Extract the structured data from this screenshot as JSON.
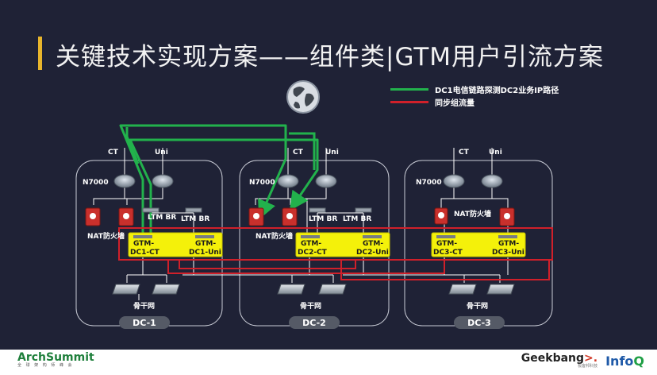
{
  "title": "关键技术实现方案——组件类|GTM用户引流方案",
  "legend": [
    {
      "label": "DC1电信链路探测DC2业务IP路径",
      "color": "#22b24c"
    },
    {
      "label": "同步组流量",
      "color": "#d0202a"
    }
  ],
  "icons": {
    "internet": "globe-icon",
    "router": "router-icon",
    "firewall": "firewall-icon",
    "switch": "switch-icon"
  },
  "dcs": [
    {
      "name": "DC-1",
      "n7000": "N7000",
      "ct": "CT",
      "uni": "Uni",
      "nat": "NAT防火墙",
      "ltm1": "LTM BR",
      "ltm2": "LTM BR",
      "gtm_ct_top": "GTM-",
      "gtm_ct_bottom": "DC1-CT",
      "gtm_uni_top": "GTM-",
      "gtm_uni_bottom": "DC1-Uni",
      "backbone": "骨干网"
    },
    {
      "name": "DC-2",
      "n7000": "N7000",
      "ct": "CT",
      "uni": "Uni",
      "nat": "NAT防火墙",
      "ltm1": "LTM BR",
      "ltm2": "LTM BR",
      "gtm_ct_top": "GTM-",
      "gtm_ct_bottom": "DC2-CT",
      "gtm_uni_top": "GTM-",
      "gtm_uni_bottom": "DC2-Uni",
      "backbone": "骨干网"
    },
    {
      "name": "DC-3",
      "n7000": "N7000",
      "ct": "CT",
      "uni": "Uni",
      "nat": "NAT防火墙",
      "gtm_ct_top": "GTM-",
      "gtm_ct_bottom": "DC3-CT",
      "gtm_uni_top": "GTM-",
      "gtm_uni_bottom": "DC3-Uni",
      "backbone": "骨干网"
    }
  ],
  "footer": {
    "left_brand": "ArchSummit",
    "left_sub": "全 球 架 构 师 峰 会",
    "gb_a": "Geek",
    "gb_b": "bang",
    "gb_c": ">.",
    "gb_sub": "极客邦科技",
    "iq_a": "Info",
    "iq_b": "Q"
  }
}
